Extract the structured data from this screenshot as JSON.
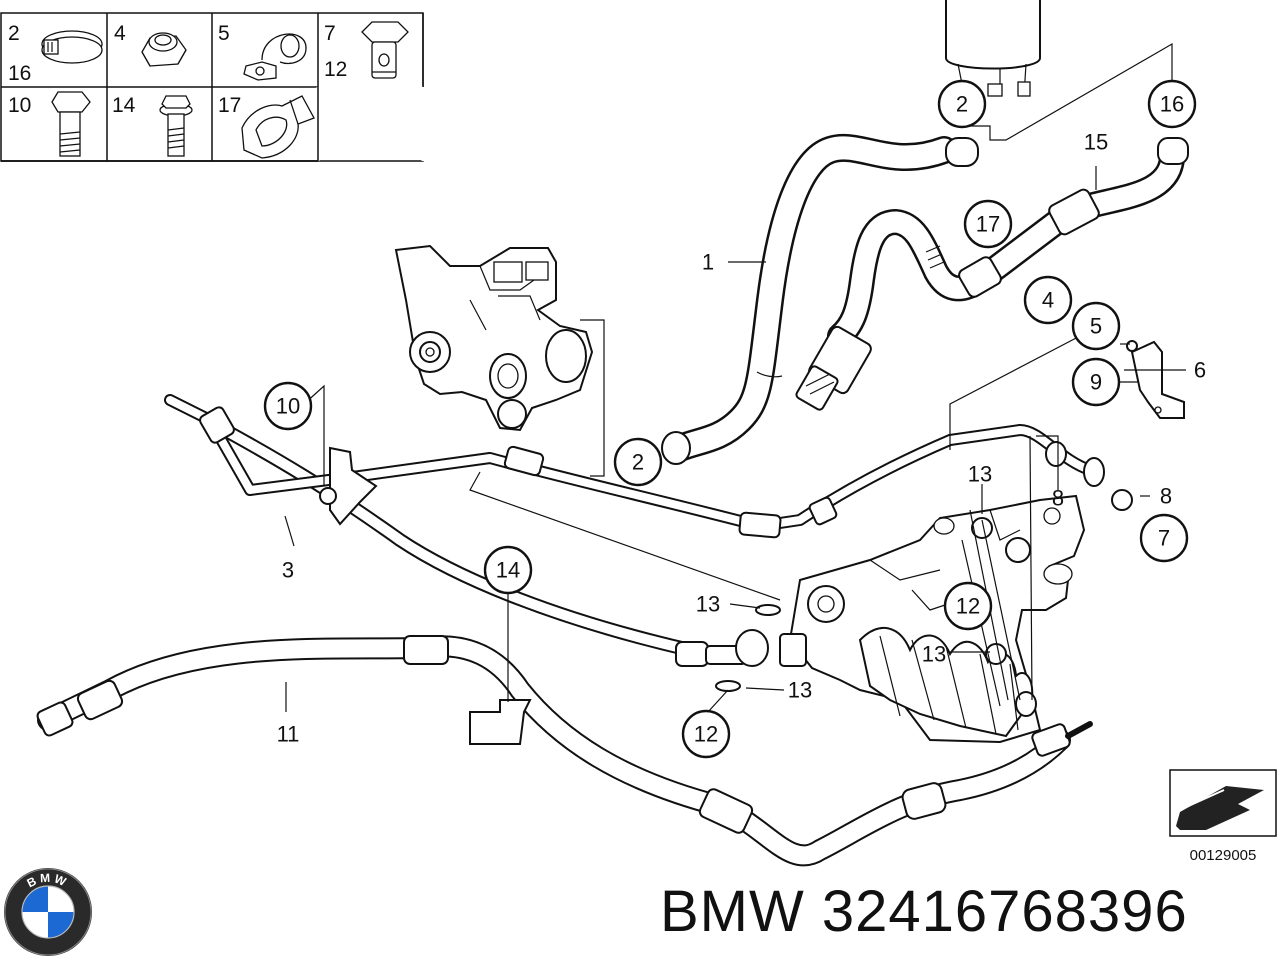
{
  "legend": {
    "cells": [
      {
        "labels": [
          "2",
          "16"
        ],
        "icon": "hose-clamp-icon"
      },
      {
        "labels": [
          "4"
        ],
        "icon": "hex-nut-icon"
      },
      {
        "labels": [
          "5"
        ],
        "icon": "pipe-clip-icon"
      },
      {
        "labels": [
          "7",
          "12"
        ],
        "icon": "banjo-bolt-icon"
      },
      {
        "labels": [
          "10"
        ],
        "icon": "hex-bolt-icon"
      },
      {
        "labels": [
          "14"
        ],
        "icon": "flange-bolt-icon"
      },
      {
        "labels": [
          "17"
        ],
        "icon": "hose-holder-icon"
      }
    ]
  },
  "callouts": {
    "circled": [
      "2",
      "16",
      "17",
      "4",
      "5",
      "9",
      "10",
      "2",
      "7",
      "12",
      "14",
      "12"
    ],
    "plain": [
      "15",
      "1",
      "6",
      "13",
      "8",
      "8",
      "3",
      "13",
      "13",
      "13",
      "11"
    ]
  },
  "drawing_number": "00129005",
  "footer": {
    "brand": "BMW",
    "part_number": "32416768396",
    "logo_letters": "BMW"
  },
  "colors": {
    "line": "#111111",
    "logo_blue": "#1c69d4",
    "logo_ring": "#2a2a2a"
  }
}
